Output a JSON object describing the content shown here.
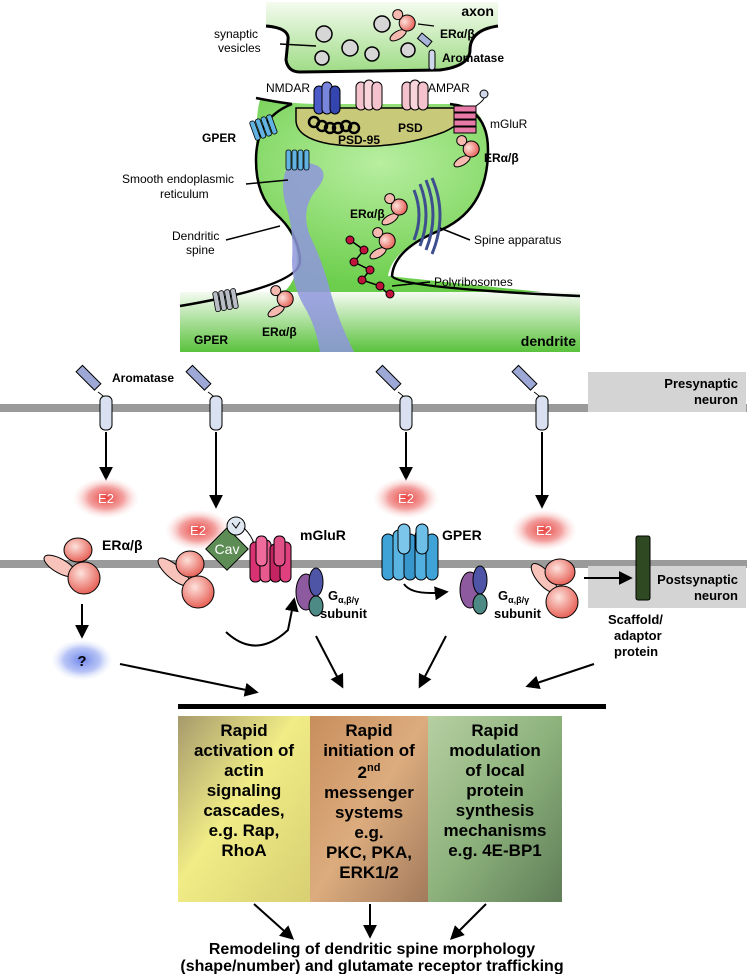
{
  "top_panel": {
    "axon_label": "axon",
    "dendrite_label": "dendrite",
    "labels": {
      "synaptic_vesicles_1": "synaptic",
      "synaptic_vesicles_2": "vesicles",
      "era_axon": "ERα/β",
      "aromatase": "Aromatase",
      "nmdar": "NMDAR",
      "ampar": "AMPAR",
      "mglur": "mGluR",
      "psd95": "PSD-95",
      "psd": "PSD",
      "gper": "GPER",
      "era_spine_right": "ERα/β",
      "ser_1": "Smooth endoplasmic",
      "ser_2": "reticulum",
      "era_spine_mid": "ERα/β",
      "spine_apparatus": "Spine apparatus",
      "dendritic_spine_1": "Dendritic",
      "dendritic_spine_2": "spine",
      "polyribosomes": "Polyribosomes",
      "gper_dendrite": "GPER",
      "era_dendrite": "ERα/β"
    }
  },
  "bottom_panel": {
    "aromatase": "Aromatase",
    "presynaptic_1": "Presynaptic",
    "presynaptic_2": "neuron",
    "postsynaptic_1": "Postsynaptic",
    "postsynaptic_2": "neuron",
    "e2_1": "E2",
    "e2_2": "E2",
    "e2_3": "E2",
    "e2_4": "E2",
    "era": "ERα/β",
    "mglur": "mGluR",
    "gper": "GPER",
    "cav": "Cav",
    "question": "?",
    "g_subunit_1": "G",
    "g_subunit_sub": "α,β/γ",
    "g_subunit_2": "subunit",
    "g2_subunit_1": "G",
    "g2_subunit_sub": "α,β/γ",
    "g2_subunit_2": "subunit",
    "scaffold_1": "Scaffold/",
    "scaffold_2": "adaptor",
    "scaffold_3": "protein"
  },
  "boxes": {
    "actin": [
      "Rapid",
      "activation of",
      "actin",
      "signaling",
      "cascades,",
      "e.g. Rap,",
      "RhoA"
    ],
    "messenger_1": "Rapid",
    "messenger_2": "initiation of",
    "messenger_3a": "2",
    "messenger_3b": "nd",
    "messenger_4": "messenger",
    "messenger_5": "systems",
    "messenger_6": "e.g.",
    "messenger_7": "PKC, PKA,",
    "messenger_8": "ERK1/2",
    "synthesis": [
      "Rapid",
      "modulation",
      "of local",
      "protein",
      "synthesis",
      "mechanisms",
      "e.g. 4E-BP1"
    ]
  },
  "conclusion": {
    "line_1": "Remodeling of dendritic spine morphology",
    "line_2": "(shape/number) and glutamate receptor trafficking"
  },
  "colors": {
    "spine_green": "#5cc83c",
    "er_blue": "#8f97dd",
    "membrane_gray": "#9a9a9a",
    "box_yellow": "#e6e07a",
    "box_orange": "#d9a06e",
    "box_green": "#8bb07a",
    "mglur_pink": "#e0407e",
    "gper_blue": "#3fa3d8",
    "scaffold_green": "#2f4a22"
  }
}
